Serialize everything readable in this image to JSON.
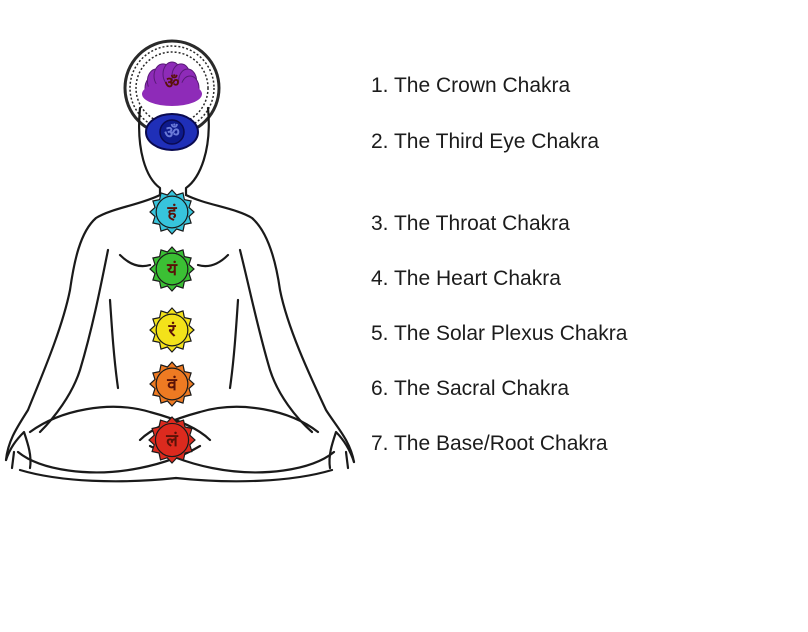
{
  "chakras": [
    {
      "label": "1. The Crown Chakra",
      "name": "crown",
      "color": "#8e2bb8",
      "symbol": "ॐ"
    },
    {
      "label": "2. The Third Eye Chakra",
      "name": "third-eye",
      "color": "#1f2fb8",
      "symbol": "ॐ"
    },
    {
      "label": "3. The Throat Chakra",
      "name": "throat",
      "color": "#37c4dc",
      "symbol": "हं"
    },
    {
      "label": "4. The Heart Chakra",
      "name": "heart",
      "color": "#3bc034",
      "symbol": "यं"
    },
    {
      "label": "5. The Solar Plexus Chakra",
      "name": "solar-plexus",
      "color": "#f3e21a",
      "symbol": "रं"
    },
    {
      "label": "6. The Sacral Chakra",
      "name": "sacral",
      "color": "#ee7a22",
      "symbol": "वं"
    },
    {
      "label": "7. The Base/Root Chakra",
      "name": "root",
      "color": "#dc2a1e",
      "symbol": "लं"
    }
  ],
  "colors": {
    "outline": "#1a1a1a",
    "background": "#ffffff",
    "crown_halo": "#2a2a2a"
  }
}
